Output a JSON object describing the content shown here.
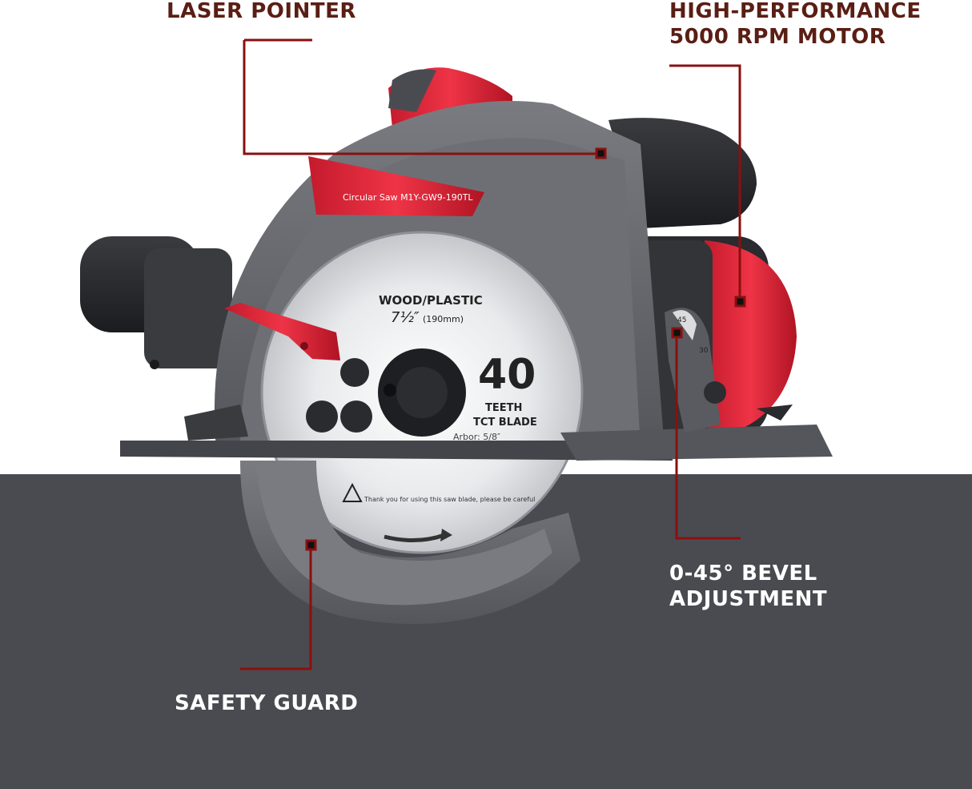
{
  "callouts": {
    "laser": "LASER POINTER",
    "motor_line1": "HIGH-PERFORMANCE",
    "motor_line2": "5000 RPM MOTOR",
    "bevel_line1": "0-45° BEVEL",
    "bevel_line2": "ADJUSTMENT",
    "guard": "SAFETY GUARD"
  },
  "product": {
    "model_label": "Circular Saw  M1Y-GW9-190TL"
  },
  "blade": {
    "material": "WOOD/PLASTIC",
    "size": "7½″",
    "size_mm": "(190mm)",
    "teeth_count": "40",
    "teeth_label": "TEETH",
    "type": "TCT BLADE",
    "arbor": "Arbor: 5/8″",
    "notice": "Thank you for using this saw blade, please be careful"
  },
  "bevel_scale": {
    "mark_45": "45",
    "mark_30": "30"
  },
  "colors": {
    "accent_red": "#e0263a",
    "leader_red": "#8a1010",
    "callout_dark": "#5a1e14",
    "body_gray": "#6a6b70",
    "band_gray": "#4a4b51"
  }
}
